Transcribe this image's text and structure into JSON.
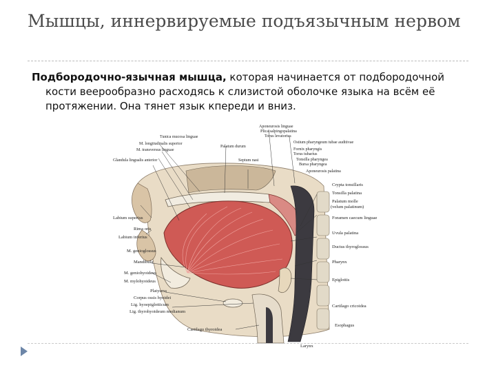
{
  "slide": {
    "title": "Мышцы, иннервируемые подъязычным нервом",
    "term": "Подбородочно-язычная мышца,",
    "description": " которая начинается от подбородочной кости веерообразно расходясь к слизистой оболочке языка на всём её протяжении. Она тянет язык кпереди и вниз."
  },
  "figure": {
    "labels_top": [
      "Aponeurosis linguae",
      "Plica salpingopalatina",
      "Torus levatorius",
      "Tunica mucosa linguae",
      "M. longitudinalis superior",
      "M. transversus linguae",
      "Palatum durum",
      "Glandula lingualis anterior",
      "Septum nasi",
      "Ostium pharyngeum tubae auditivae",
      "Fornix pharyngis",
      "Torus tubarius",
      "Tonsilla pharyngea",
      "Bursa pharyngea",
      "Aponeurosis palatina"
    ],
    "labels_left": [
      "Labium superius",
      "Rima oris",
      "Labium inferius",
      "M. genioglossus",
      "Mandibula",
      "M. geniohyoideus",
      "M. mylohyoideus",
      "Platysma",
      "Corpus ossis hyoidei",
      "Lig. hyoepiglotticum",
      "Lig. thyrohyoideum medianum",
      "Cartilago thyroidea"
    ],
    "labels_right": [
      "Crypta tonsillaris",
      "Tonsilla palatina",
      "Palatum molle",
      "(velum palatinum)",
      "Foramen caecum linguae",
      "Uvula palatina",
      "Ductus thyroglossus",
      "Pharynx",
      "Epiglottis",
      "Cartilago cricoidea",
      "Esophagus",
      "Larynx"
    ]
  }
}
